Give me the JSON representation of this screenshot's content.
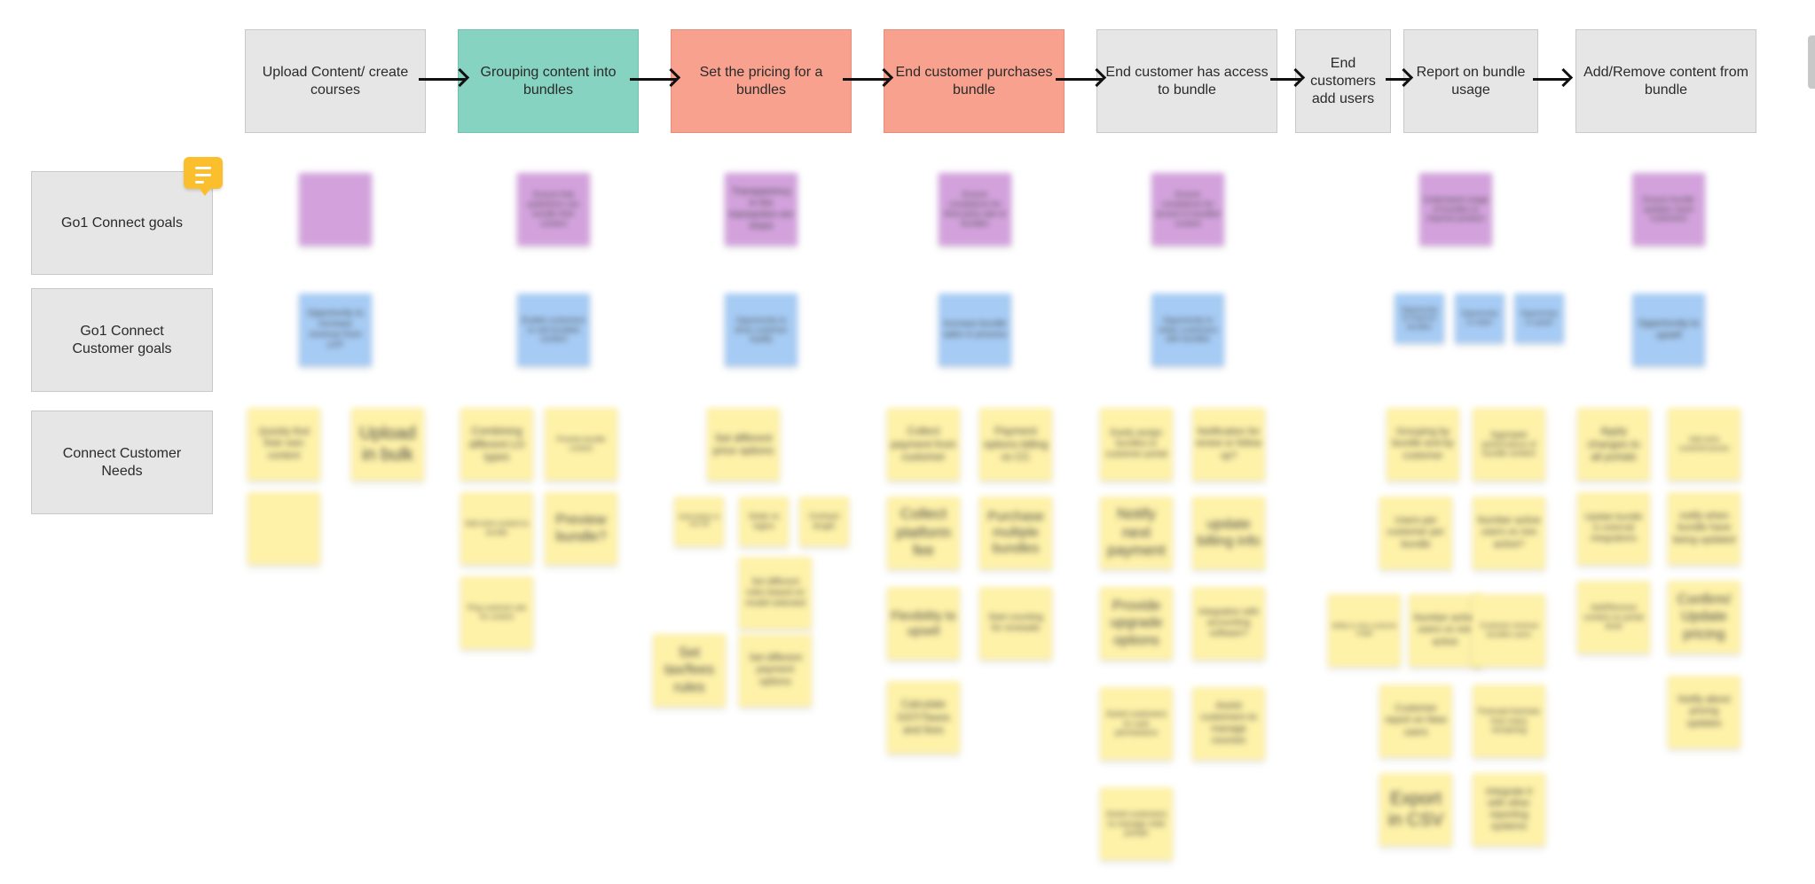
{
  "stages": [
    {
      "label": "Upload Content/ create courses",
      "color": "grey"
    },
    {
      "label": "Grouping content into bundles",
      "color": "green"
    },
    {
      "label": "Set the pricing for a bundles",
      "color": "salmon"
    },
    {
      "label": "End customer purchases bundle",
      "color": "salmon"
    },
    {
      "label": "End customer has access to bundle",
      "color": "grey"
    },
    {
      "label": "End customers add users",
      "color": "grey"
    },
    {
      "label": "Report on bundle usage",
      "color": "grey"
    },
    {
      "label": "Add/Remove content from bundle",
      "color": "grey"
    }
  ],
  "rows": [
    {
      "label": "Go1 Connect goals"
    },
    {
      "label": "Go1 Connect Customer goals"
    },
    {
      "label": "Connect Customer Needs"
    }
  ],
  "stickies": [
    {
      "kind": "purple",
      "text": ""
    },
    {
      "kind": "purple",
      "text": "Ensure that publishers can bundle their content"
    },
    {
      "kind": "purple",
      "text": "Transparency in the transaction rev share"
    },
    {
      "kind": "purple",
      "text": "Ensure compliance for third party sale of bundles"
    },
    {
      "kind": "purple",
      "text": "Ensure compliance for access to bundled content"
    },
    {
      "kind": "purple",
      "text": "Understand usage of bundles to improve product"
    },
    {
      "kind": "purple",
      "text": "Ensure bundle updates reach customers"
    },
    {
      "kind": "blue",
      "text": "Opportunity to increase revenue from LFP"
    },
    {
      "kind": "blue",
      "text": "Enable customers to sell bundled content"
    },
    {
      "kind": "blue",
      "text": "Opportunity to drive customer loyalty"
    },
    {
      "kind": "blue",
      "text": "Increase bundle sales in process"
    },
    {
      "kind": "blue",
      "text": "Opportunity to retain customers with bundles"
    },
    {
      "kind": "blue",
      "text": "Opportunity to improve bundles"
    },
    {
      "kind": "blue",
      "text": "Opportunity to retain"
    },
    {
      "kind": "blue",
      "text": "Opportunity to upsell"
    },
    {
      "kind": "blue",
      "text": "Opportunity to upsell"
    },
    {
      "kind": "yellow",
      "text": "Quickly find their own content"
    },
    {
      "kind": "yellow",
      "text": "Upload in bulk"
    },
    {
      "kind": "yellow",
      "text": ""
    },
    {
      "kind": "yellow",
      "text": "Combining different LO types"
    },
    {
      "kind": "yellow",
      "text": "Preview bundle content"
    },
    {
      "kind": "yellow",
      "text": "Add extra content to bundle"
    },
    {
      "kind": "yellow",
      "text": "Preview bundle?"
    },
    {
      "kind": "yellow",
      "text": "Ping customer ask for content"
    },
    {
      "kind": "yellow",
      "text": "Set different price options"
    },
    {
      "kind": "yellow",
      "text": "Subscription or one-off"
    },
    {
      "kind": "yellow",
      "text": "Seats vs logins"
    },
    {
      "kind": "yellow",
      "text": "Contract length"
    },
    {
      "kind": "yellow",
      "text": "Set different rules based on model selected"
    },
    {
      "kind": "yellow",
      "text": "Set tax/fees rules"
    },
    {
      "kind": "yellow",
      "text": "Set different payment options"
    },
    {
      "kind": "yellow",
      "text": "Collect payment from customer"
    },
    {
      "kind": "yellow",
      "text": "Payment options billing vs CC"
    },
    {
      "kind": "yellow",
      "text": "Collect platform fee"
    },
    {
      "kind": "yellow",
      "text": "Purchase multiple bundles"
    },
    {
      "kind": "yellow",
      "text": "Flexibility to upsell"
    },
    {
      "kind": "yellow",
      "text": "Start counting for renewals"
    },
    {
      "kind": "yellow",
      "text": "Calculate GST/Taxes and fees"
    },
    {
      "kind": "yellow",
      "text": "Easily assign bundles to customer portal"
    },
    {
      "kind": "yellow",
      "text": "Notification for renew or follow up?"
    },
    {
      "kind": "yellow",
      "text": "Notify next payment"
    },
    {
      "kind": "yellow",
      "text": "update billing info"
    },
    {
      "kind": "yellow",
      "text": "Provide upgrade options"
    },
    {
      "kind": "yellow",
      "text": "Integration with accounting software?"
    },
    {
      "kind": "yellow",
      "text": "Assist customers on user permissions"
    },
    {
      "kind": "yellow",
      "text": "Assist customers to manage courses"
    },
    {
      "kind": "yellow",
      "text": "Assist customers to manage child portals"
    },
    {
      "kind": "yellow",
      "text": "Grouping by bundle and by customer"
    },
    {
      "kind": "yellow",
      "text": "Aggregate performance of bundle content"
    },
    {
      "kind": "yellow",
      "text": "Users per customer per bundle"
    },
    {
      "kind": "yellow",
      "text": "Number active users vs non active?"
    },
    {
      "kind": "yellow",
      "text": "Ability to view customer usage"
    },
    {
      "kind": "yellow",
      "text": "Number active users vs non active"
    },
    {
      "kind": "yellow",
      "text": "Customer revenue bundles users"
    },
    {
      "kind": "yellow",
      "text": "Customer report on New users"
    },
    {
      "kind": "yellow",
      "text": "Forecast licenses how many remaining"
    },
    {
      "kind": "yellow",
      "text": "Export in CSV"
    },
    {
      "kind": "yellow",
      "text": "Integrate it with other reporting systems"
    },
    {
      "kind": "yellow",
      "text": "Apply changes to all portals"
    },
    {
      "kind": "yellow",
      "text": "Add extra content/courses"
    },
    {
      "kind": "yellow",
      "text": "Update bundle in external integrations"
    },
    {
      "kind": "yellow",
      "text": "notify when bundle have being updated"
    },
    {
      "kind": "yellow",
      "text": "Add/Remove content on portal level"
    },
    {
      "kind": "yellow",
      "text": "Confirm/ Update pricing"
    },
    {
      "kind": "yellow",
      "text": "Notify about pricing updates"
    }
  ]
}
